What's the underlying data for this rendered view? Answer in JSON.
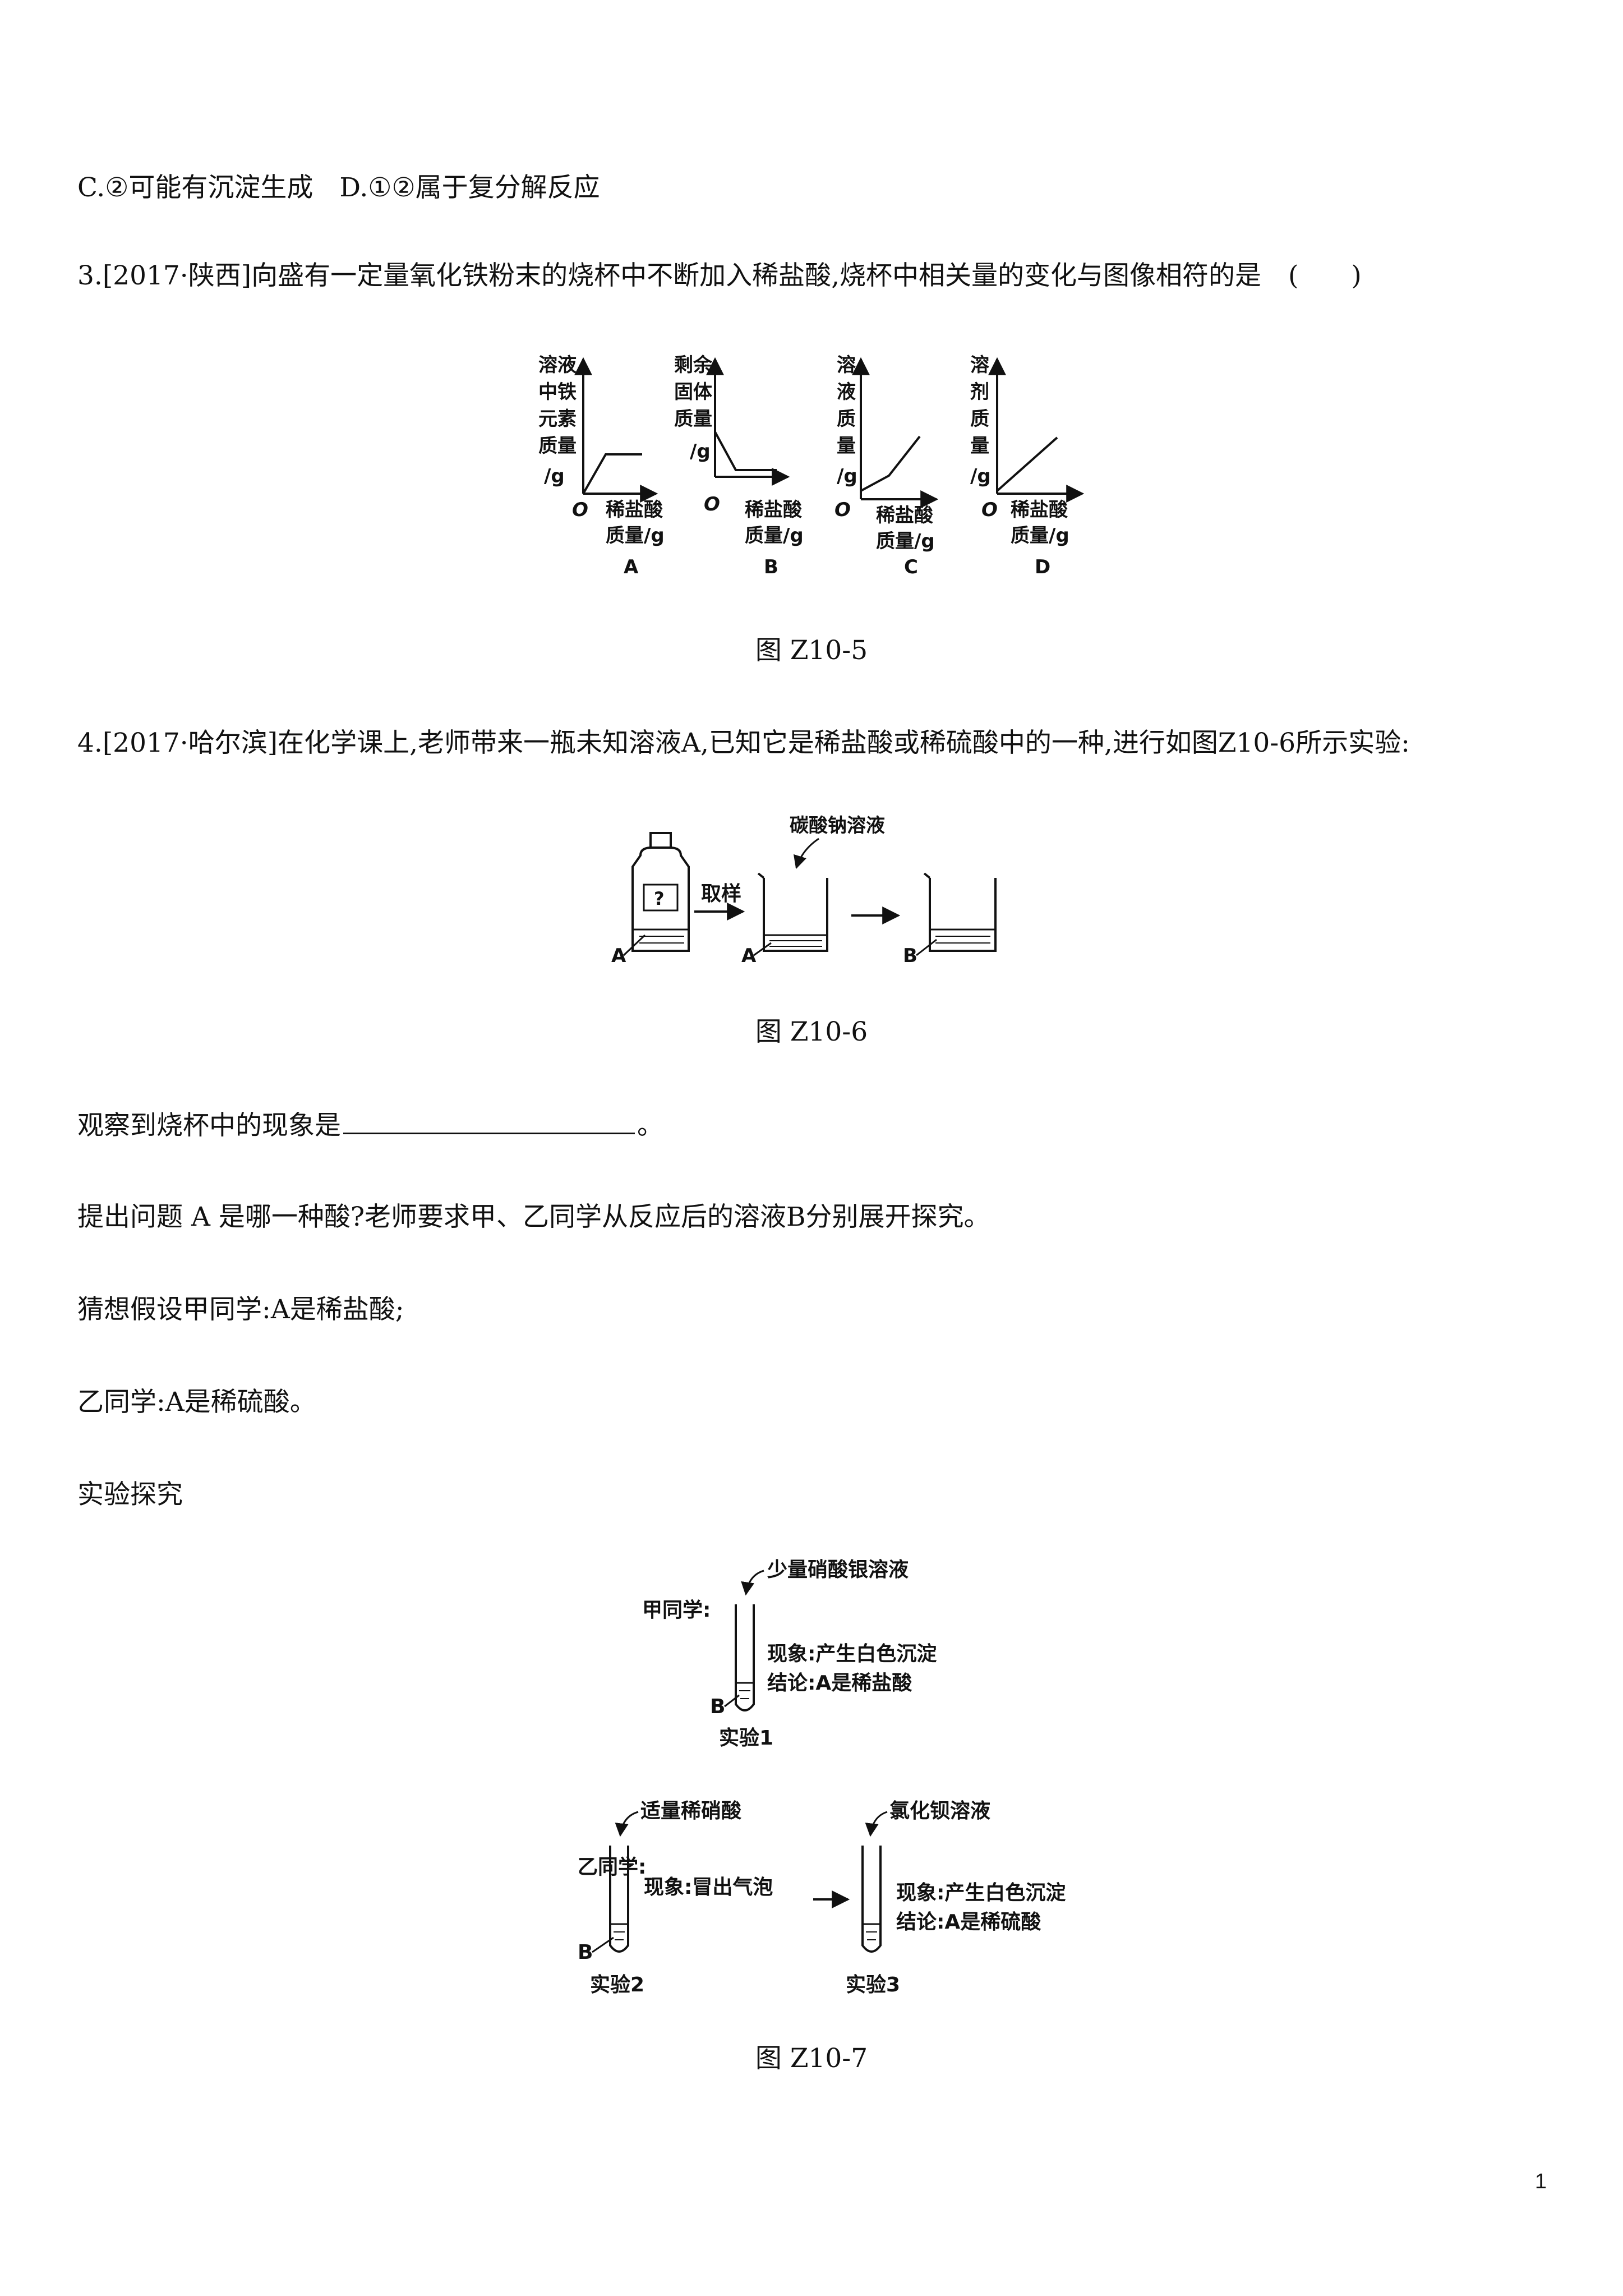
{
  "lines": {
    "l1": "C.②可能有沉淀生成　D.①②属于复分解反应",
    "q3": "3.[2017·陕西]向盛有一定量氧化铁粉末的烧杯中不断加入稀盐酸,烧杯中相关量的变化与图像相符的是",
    "q3_paren": "(　　)",
    "cap5": "图 Z10-5",
    "q4": "4.[2017·哈尔滨]在化学课上,老师带来一瓶未知溶液A,已知它是稀盐酸或稀硫酸中的一种,进行如图Z10-6所示实验:",
    "cap6": "图 Z10-6",
    "observe_pre": "观察到烧杯中的现象是",
    "observe_post": "。",
    "problem": "提出问题 A 是哪一种酸?老师要求甲、乙同学从反应后的溶液B分别展开探究。",
    "hyp1": "猜想假设甲同学:A是稀盐酸;",
    "hyp2": "乙同学:A是稀硫酸。",
    "explore": "实验探究",
    "cap7": "图 Z10-7",
    "page_number": "1"
  },
  "fig5": {
    "origin": "O",
    "xlabel_1": "稀盐酸",
    "xlabel_2": "质量/g",
    "graphs": [
      {
        "ylabel": [
          "溶液",
          "中铁",
          "元素",
          "质量",
          "/g"
        ],
        "letter": "A"
      },
      {
        "ylabel": [
          "剩余",
          "固体",
          "质量",
          "/g"
        ],
        "letter": "B"
      },
      {
        "ylabel": [
          "溶",
          "液",
          "质",
          "量",
          "/g"
        ],
        "letter": "C"
      },
      {
        "ylabel": [
          "溶",
          "剂",
          "质",
          "量",
          "/g"
        ],
        "letter": "D"
      }
    ]
  },
  "fig6": {
    "reagent": "碳酸钠溶液",
    "sample": "取样",
    "bottle_mark": "?",
    "label_a1": "A",
    "label_a2": "A",
    "label_b": "B"
  },
  "fig7": {
    "jia": "甲同学:",
    "jia_reagent": "少量硝酸银溶液",
    "jia_phen": "现象:产生白色沉淀",
    "jia_concl": "结论:A是稀盐酸",
    "exp1": "实验1",
    "b1": "B",
    "yi": "乙同学:",
    "yi_reagent1": "适量稀硝酸",
    "yi_phen1": "现象:冒出气泡",
    "yi_reagent2": "氯化钡溶液",
    "yi_phen2": "现象:产生白色沉淀",
    "yi_concl": "结论:A是稀硫酸",
    "exp2": "实验2",
    "exp3": "实验3",
    "b2": "B"
  }
}
